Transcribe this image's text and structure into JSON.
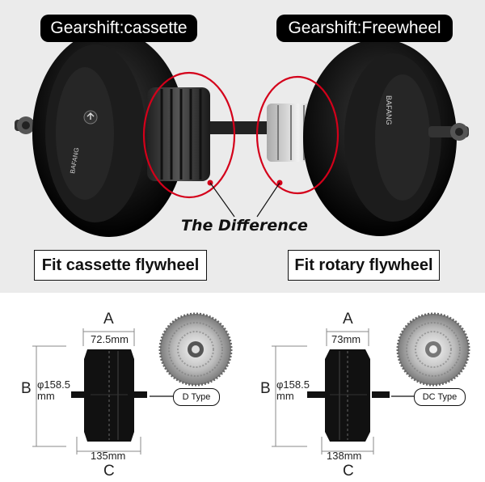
{
  "header": {
    "left_label": "Gearshift:cassette",
    "right_label": "Gearshift:Freewheel"
  },
  "hero": {
    "caption": "The Difference",
    "left_brand": "BAFANG",
    "right_brand": "BAFANG"
  },
  "fit": {
    "left_label": "Fit cassette flywheel",
    "right_label": "Fit rotary flywheel"
  },
  "diagram_left": {
    "label_a": "A",
    "label_b": "B",
    "label_c": "C",
    "top_dim": "72.5mm",
    "diameter": "φ158.5",
    "diameter_unit": "mm",
    "bottom_dim": "135mm",
    "type_badge": "D Type"
  },
  "diagram_right": {
    "label_a": "A",
    "label_b": "B",
    "label_c": "C",
    "top_dim": "73mm",
    "diameter": "φ158.5",
    "diameter_unit": "mm",
    "bottom_dim": "138mm",
    "type_badge": "DC Type"
  },
  "colors": {
    "highlight_ring": "#d4001a",
    "top_background": "#ebebeb",
    "pill": "#000000"
  }
}
